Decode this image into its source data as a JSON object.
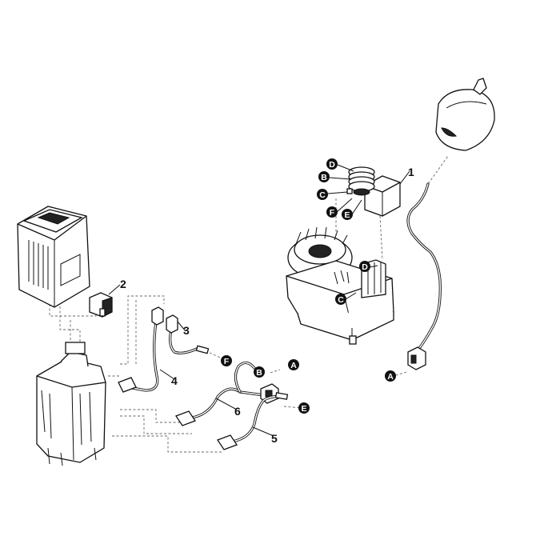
{
  "part_numbers": [
    "1",
    "2",
    "3",
    "4",
    "5",
    "6"
  ],
  "connection_letters": [
    "A",
    "B",
    "C",
    "D",
    "E",
    "F"
  ]
}
